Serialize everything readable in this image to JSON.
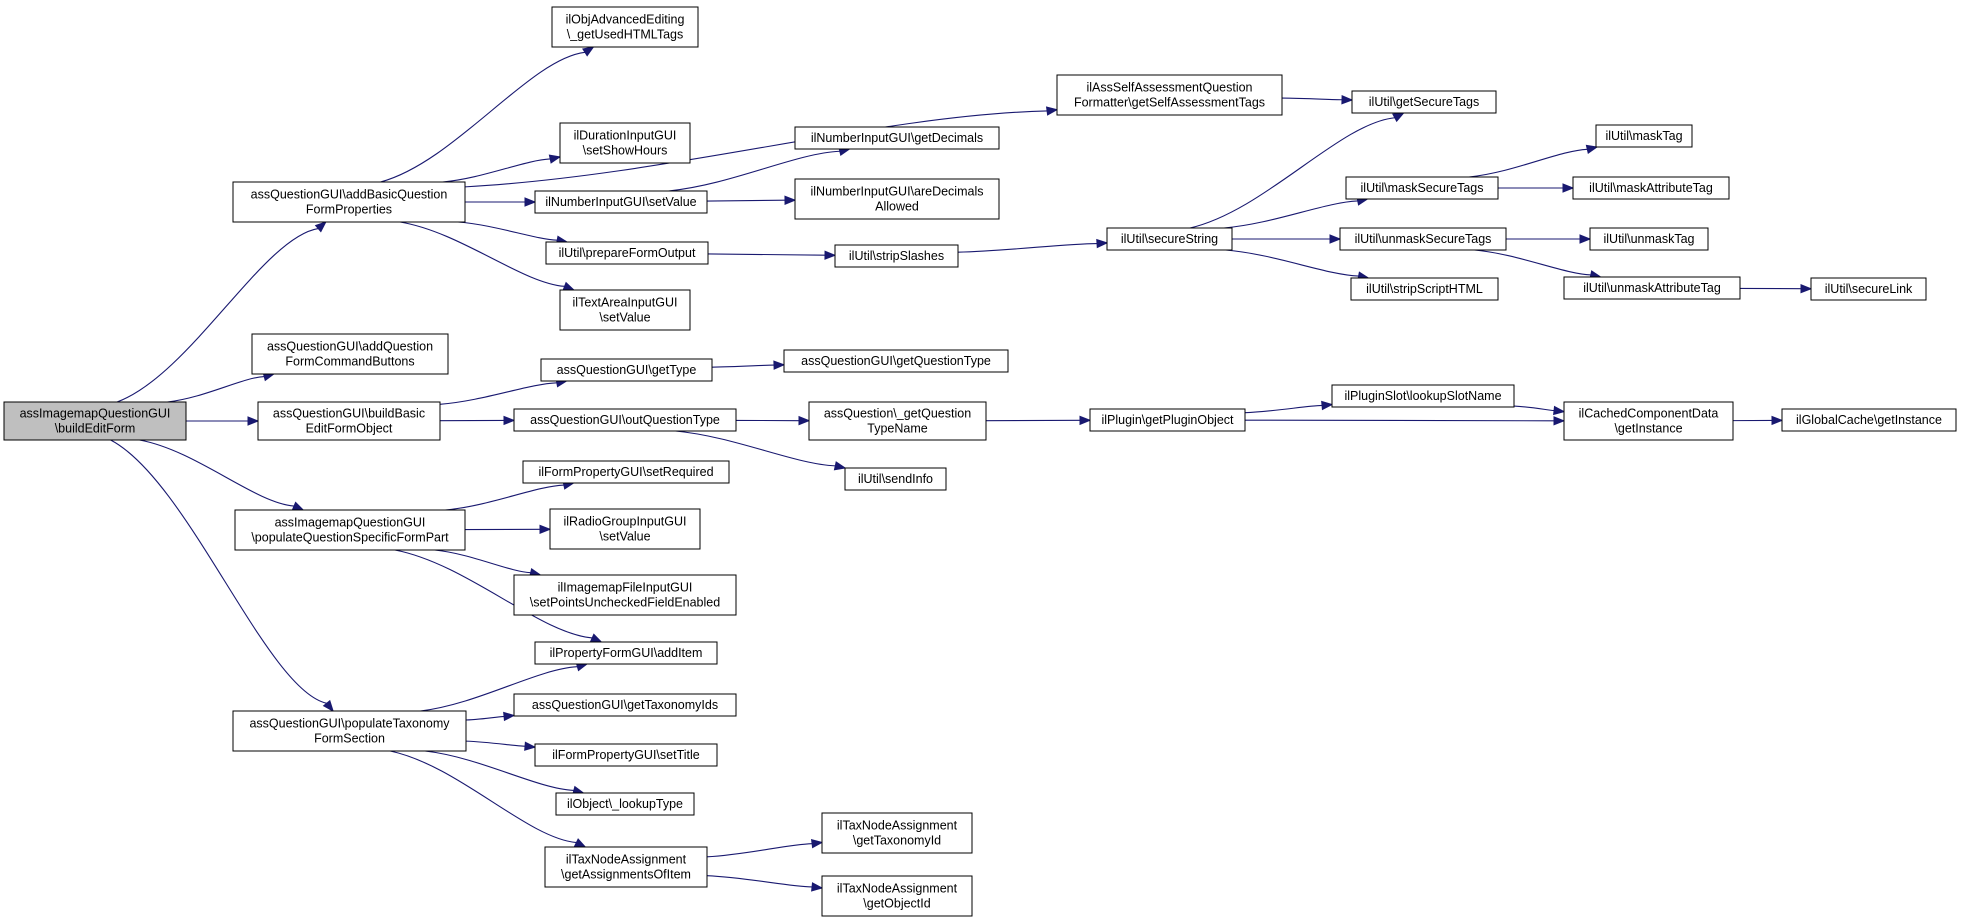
{
  "diagram": {
    "type": "call-graph",
    "colors": {
      "edge": "#191970",
      "node_border": "#000000",
      "node_fill": "#ffffff",
      "root_fill": "#bfbfbf"
    },
    "nodes": [
      {
        "id": "root",
        "lines": [
          "assImagemapQuestionGUI",
          "\\buildEditForm"
        ],
        "root": true
      },
      {
        "id": "addBasic",
        "lines": [
          "assQuestionGUI\\addBasicQuestion",
          "FormProperties"
        ]
      },
      {
        "id": "addCmdBtn",
        "lines": [
          "assQuestionGUI\\addQuestion",
          "FormCommandButtons"
        ]
      },
      {
        "id": "buildBasic",
        "lines": [
          "assQuestionGUI\\buildBasic",
          "EditFormObject"
        ]
      },
      {
        "id": "popSpecific",
        "lines": [
          "assImagemapQuestionGUI",
          "\\populateQuestionSpecificFormPart"
        ]
      },
      {
        "id": "popTax",
        "lines": [
          "assQuestionGUI\\populateTaxonomy",
          "FormSection"
        ]
      },
      {
        "id": "usedHtml",
        "lines": [
          "ilObjAdvancedEditing",
          "\\_getUsedHTMLTags"
        ]
      },
      {
        "id": "selfAssess",
        "lines": [
          "ilAssSelfAssessmentQuestion",
          "Formatter\\getSelfAssessmentTags"
        ]
      },
      {
        "id": "getSecureTags",
        "lines": [
          "ilUtil\\getSecureTags"
        ]
      },
      {
        "id": "showHours",
        "lines": [
          "ilDurationInputGUI",
          "\\setShowHours"
        ]
      },
      {
        "id": "numSetValue",
        "lines": [
          "ilNumberInputGUI\\setValue"
        ]
      },
      {
        "id": "getDecimals",
        "lines": [
          "ilNumberInputGUI\\getDecimals"
        ]
      },
      {
        "id": "areDecimals",
        "lines": [
          "ilNumberInputGUI\\areDecimals",
          "Allowed"
        ]
      },
      {
        "id": "prepareForm",
        "lines": [
          "ilUtil\\prepareFormOutput"
        ]
      },
      {
        "id": "stripSlashes",
        "lines": [
          "ilUtil\\stripSlashes"
        ]
      },
      {
        "id": "secureString",
        "lines": [
          "ilUtil\\secureString"
        ]
      },
      {
        "id": "maskSecure",
        "lines": [
          "ilUtil\\maskSecureTags"
        ]
      },
      {
        "id": "maskTag",
        "lines": [
          "ilUtil\\maskTag"
        ]
      },
      {
        "id": "maskAttr",
        "lines": [
          "ilUtil\\maskAttributeTag"
        ]
      },
      {
        "id": "unmaskSecure",
        "lines": [
          "ilUtil\\unmaskSecureTags"
        ]
      },
      {
        "id": "unmaskTag",
        "lines": [
          "ilUtil\\unmaskTag"
        ]
      },
      {
        "id": "unmaskAttr",
        "lines": [
          "ilUtil\\unmaskAttributeTag"
        ]
      },
      {
        "id": "secureLink",
        "lines": [
          "ilUtil\\secureLink"
        ]
      },
      {
        "id": "stripScript",
        "lines": [
          "ilUtil\\stripScriptHTML"
        ]
      },
      {
        "id": "textArea",
        "lines": [
          "ilTextAreaInputGUI",
          "\\setValue"
        ]
      },
      {
        "id": "getType",
        "lines": [
          "assQuestionGUI\\getType"
        ]
      },
      {
        "id": "getQType",
        "lines": [
          "assQuestionGUI\\getQuestionType"
        ]
      },
      {
        "id": "outQType",
        "lines": [
          "assQuestionGUI\\outQuestionType"
        ]
      },
      {
        "id": "qTypeName",
        "lines": [
          "assQuestion\\_getQuestion",
          "TypeName"
        ]
      },
      {
        "id": "pluginObj",
        "lines": [
          "ilPlugin\\getPluginObject"
        ]
      },
      {
        "id": "lookupSlot",
        "lines": [
          "ilPluginSlot\\lookupSlotName"
        ]
      },
      {
        "id": "cachedComp",
        "lines": [
          "ilCachedComponentData",
          "\\getInstance"
        ]
      },
      {
        "id": "globalCache",
        "lines": [
          "ilGlobalCache\\getInstance"
        ]
      },
      {
        "id": "sendInfo",
        "lines": [
          "ilUtil\\sendInfo"
        ]
      },
      {
        "id": "setRequired",
        "lines": [
          "ilFormPropertyGUI\\setRequired"
        ]
      },
      {
        "id": "radioSet",
        "lines": [
          "ilRadioGroupInputGUI",
          "\\setValue"
        ]
      },
      {
        "id": "imagemapFile",
        "lines": [
          "ilImagemapFileInputGUI",
          "\\setPointsUncheckedFieldEnabled"
        ]
      },
      {
        "id": "addItem",
        "lines": [
          "ilPropertyFormGUI\\addItem"
        ]
      },
      {
        "id": "taxIds",
        "lines": [
          "assQuestionGUI\\getTaxonomyIds"
        ]
      },
      {
        "id": "setTitle",
        "lines": [
          "ilFormPropertyGUI\\setTitle"
        ]
      },
      {
        "id": "lookupType",
        "lines": [
          "ilObject\\_lookupType"
        ]
      },
      {
        "id": "assignItem",
        "lines": [
          "ilTaxNodeAssignment",
          "\\getAssignmentsOfItem"
        ]
      },
      {
        "id": "taxId",
        "lines": [
          "ilTaxNodeAssignment",
          "\\getTaxonomyId"
        ]
      },
      {
        "id": "objId",
        "lines": [
          "ilTaxNodeAssignment",
          "\\getObjectId"
        ]
      }
    ],
    "edges": [
      [
        "root",
        "addBasic"
      ],
      [
        "root",
        "addCmdBtn"
      ],
      [
        "root",
        "buildBasic"
      ],
      [
        "root",
        "popSpecific"
      ],
      [
        "root",
        "popTax"
      ],
      [
        "addBasic",
        "usedHtml"
      ],
      [
        "addBasic",
        "selfAssess"
      ],
      [
        "addBasic",
        "showHours"
      ],
      [
        "addBasic",
        "numSetValue"
      ],
      [
        "addBasic",
        "prepareForm"
      ],
      [
        "addBasic",
        "textArea"
      ],
      [
        "selfAssess",
        "getSecureTags"
      ],
      [
        "numSetValue",
        "getDecimals"
      ],
      [
        "numSetValue",
        "areDecimals"
      ],
      [
        "prepareForm",
        "stripSlashes"
      ],
      [
        "stripSlashes",
        "secureString"
      ],
      [
        "secureString",
        "getSecureTags"
      ],
      [
        "secureString",
        "maskSecure"
      ],
      [
        "secureString",
        "unmaskSecure"
      ],
      [
        "secureString",
        "stripScript"
      ],
      [
        "maskSecure",
        "maskTag"
      ],
      [
        "maskSecure",
        "maskAttr"
      ],
      [
        "unmaskSecure",
        "unmaskTag"
      ],
      [
        "unmaskSecure",
        "unmaskAttr"
      ],
      [
        "unmaskAttr",
        "secureLink"
      ],
      [
        "buildBasic",
        "getType"
      ],
      [
        "buildBasic",
        "outQType"
      ],
      [
        "getType",
        "getQType"
      ],
      [
        "outQType",
        "qTypeName"
      ],
      [
        "outQType",
        "sendInfo"
      ],
      [
        "qTypeName",
        "pluginObj"
      ],
      [
        "pluginObj",
        "lookupSlot"
      ],
      [
        "pluginObj",
        "cachedComp"
      ],
      [
        "lookupSlot",
        "cachedComp"
      ],
      [
        "cachedComp",
        "globalCache"
      ],
      [
        "popSpecific",
        "setRequired"
      ],
      [
        "popSpecific",
        "radioSet"
      ],
      [
        "popSpecific",
        "imagemapFile"
      ],
      [
        "popSpecific",
        "addItem"
      ],
      [
        "popTax",
        "addItem"
      ],
      [
        "popTax",
        "taxIds"
      ],
      [
        "popTax",
        "setTitle"
      ],
      [
        "popTax",
        "lookupType"
      ],
      [
        "popTax",
        "assignItem"
      ],
      [
        "assignItem",
        "taxId"
      ],
      [
        "assignItem",
        "objId"
      ]
    ]
  }
}
